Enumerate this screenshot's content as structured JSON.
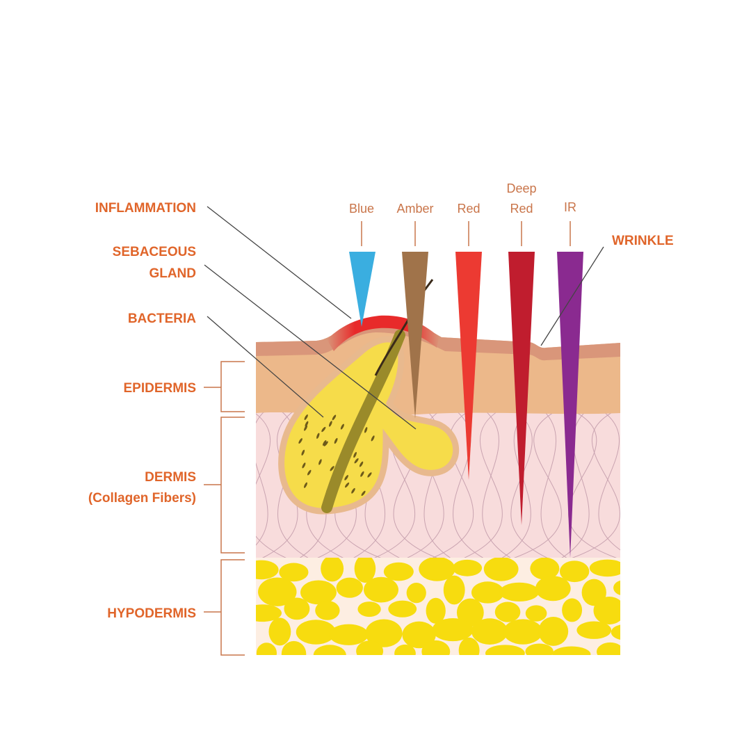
{
  "colors": {
    "label": "#e0652a",
    "wavelength_label": "#c9754a",
    "blue": "#3aaee0",
    "amber": "#a0734a",
    "red": "#ec3a32",
    "deep_red": "#c01d2e",
    "ir": "#8a2a90",
    "epidermis": "#ecb88a",
    "dermis": "#f8dcdc",
    "hypodermis": "#fdeee2",
    "fat": "#f7dc0f"
  },
  "wavelengths": [
    {
      "label": "Blue"
    },
    {
      "label": "Amber"
    },
    {
      "label": "Red"
    },
    {
      "label_line1": "Deep",
      "label_line2": "Red"
    },
    {
      "label": "IR"
    }
  ],
  "annotations": {
    "inflammation": "INFLAMMATION",
    "sebaceous_line1": "SEBACEOUS",
    "sebaceous_line2": "GLAND",
    "bacteria": "BACTERIA",
    "wrinkle": "WRINKLE"
  },
  "layers": {
    "epidermis": "EPIDERMIS",
    "dermis_line1": "DERMIS",
    "dermis_line2": "(Collagen Fibers)",
    "hypodermis": "HYPODERMIS"
  }
}
